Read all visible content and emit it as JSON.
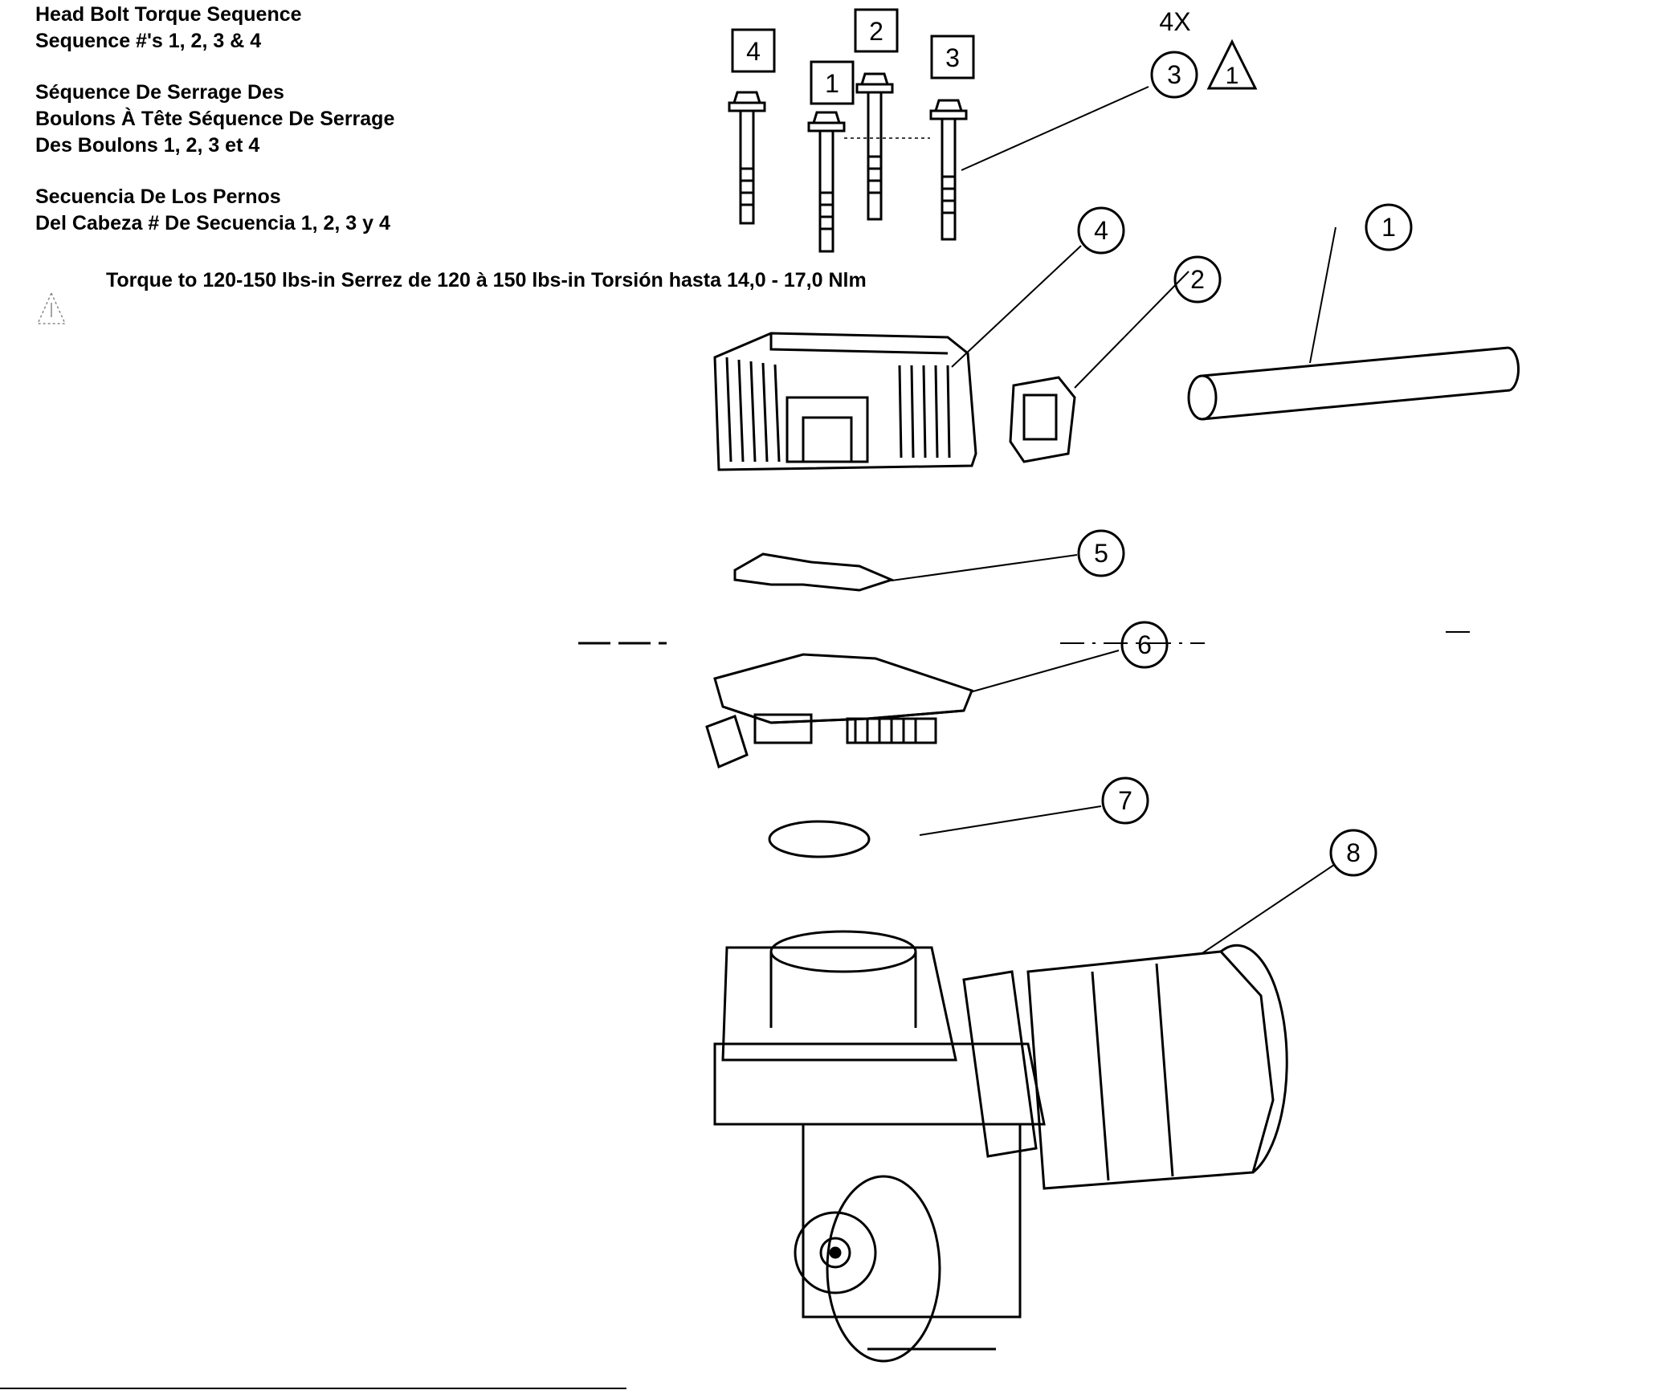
{
  "notes": {
    "english": [
      "Head Bolt Torque Sequence",
      "Sequence #'s 1, 2, 3 & 4"
    ],
    "french": [
      "Séquence De Serrage Des",
      "Boulons À Tête Séquence De Serrage",
      "Des Boulons 1, 2, 3 et 4"
    ],
    "spanish": [
      "Secuencia De Los Pernos",
      "Del Cabeza # De Secuencia 1, 2, 3 y 4"
    ]
  },
  "torque_spec": {
    "symbol": "warning-triangle-1",
    "lines": [
      "Torque to 120-150 lbs-in",
      "Serrez de 120 à 150 lbs-in",
      "Torsión hasta 14,0 - 17,0 Nlm"
    ]
  },
  "bolt_sequence_labels": [
    "4",
    "1",
    "2",
    "3"
  ],
  "quantity_label": "4X",
  "callouts": [
    "1",
    "2",
    "3",
    "4",
    "5",
    "6",
    "7",
    "8"
  ],
  "warning_triangle_label": "1",
  "parts": [
    {
      "number": "1",
      "depicts": "tube"
    },
    {
      "number": "2",
      "depicts": "square seal"
    },
    {
      "number": "3",
      "depicts": "head bolts"
    },
    {
      "number": "4",
      "depicts": "cylinder head"
    },
    {
      "number": "5",
      "depicts": "gasket"
    },
    {
      "number": "6",
      "depicts": "valve plate"
    },
    {
      "number": "7",
      "depicts": "o-ring"
    },
    {
      "number": "8",
      "depicts": "compressor pump and motor"
    }
  ]
}
